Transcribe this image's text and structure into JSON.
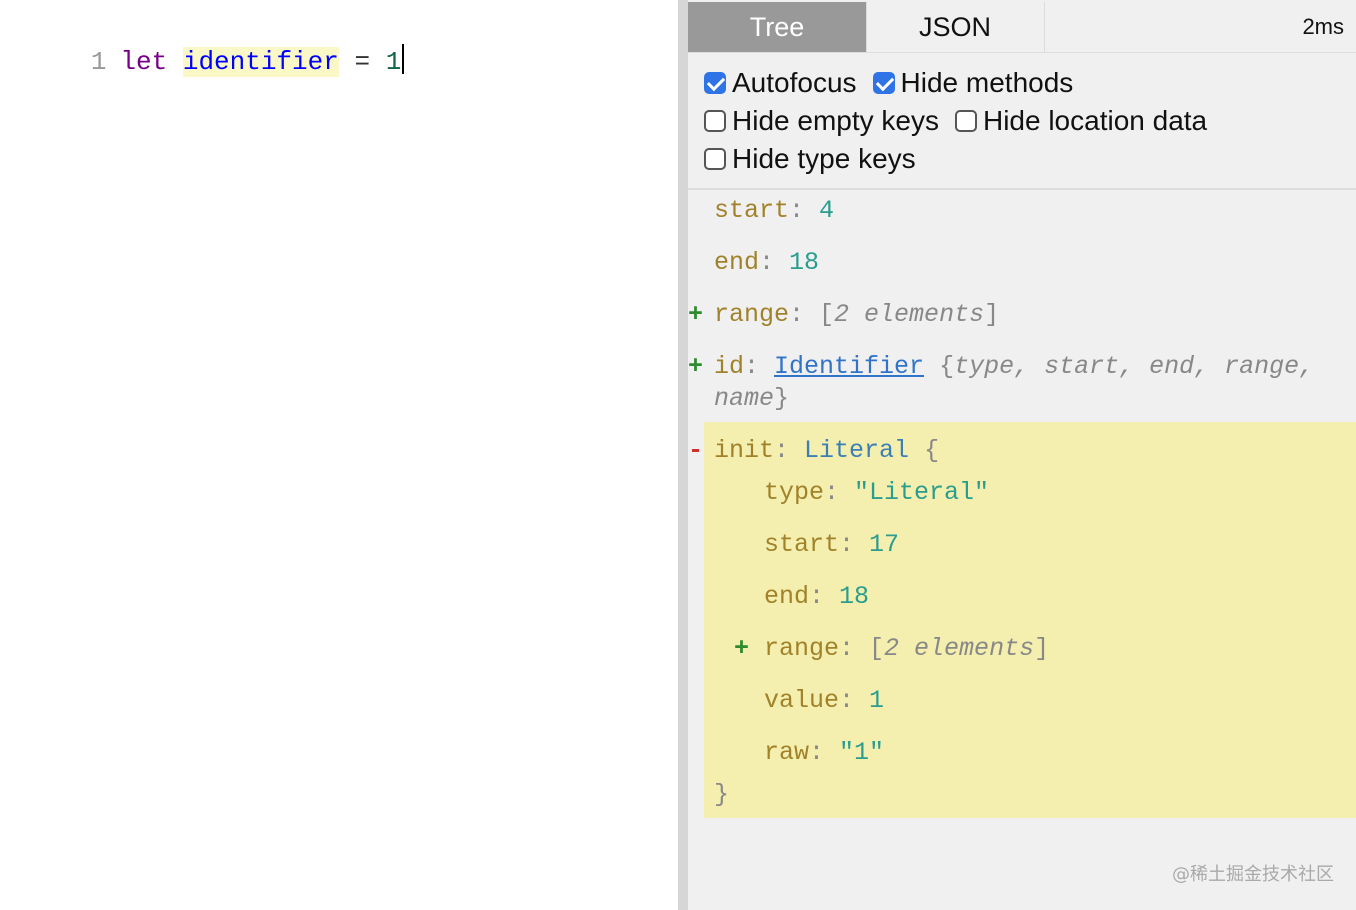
{
  "editor": {
    "line_number": "1",
    "tokens": {
      "keyword": "let",
      "identifier": "identifier",
      "operator": "=",
      "number": "1"
    }
  },
  "tabs": {
    "tree": "Tree",
    "json": "JSON",
    "time": "2ms"
  },
  "options": [
    {
      "label": "Autofocus",
      "checked": true
    },
    {
      "label": "Hide methods",
      "checked": true
    },
    {
      "label": "Hide empty keys",
      "checked": false
    },
    {
      "label": "Hide location data",
      "checked": false
    },
    {
      "label": "Hide type keys",
      "checked": false
    }
  ],
  "tree": {
    "start": {
      "key": "start",
      "value": "4"
    },
    "end": {
      "key": "end",
      "value": "18"
    },
    "range": {
      "toggle": "+",
      "key": "range",
      "summary": "2 elements"
    },
    "id": {
      "toggle": "+",
      "key": "id",
      "type": "Identifier",
      "summary_line1": "type, start, end, range,",
      "summary_line2": "name"
    },
    "init": {
      "toggle": "-",
      "key": "init",
      "type": "Literal",
      "type_prop": {
        "key": "type",
        "value": "\"Literal\""
      },
      "start": {
        "key": "start",
        "value": "17"
      },
      "end": {
        "key": "end",
        "value": "18"
      },
      "range": {
        "toggle": "+",
        "key": "range",
        "summary": "2 elements"
      },
      "value": {
        "key": "value",
        "value": "1"
      },
      "raw": {
        "key": "raw",
        "value": "\"1\""
      }
    }
  },
  "watermark": "@稀土掘金技术社区",
  "colors": {
    "active_tab": "#999999",
    "checkbox_checked": "#2f74e6",
    "highlight_block": "#f4efaf",
    "key": "#a0822a",
    "number": "#2a9d8f",
    "keyword": "#770088",
    "identifier": "#0000ff"
  }
}
